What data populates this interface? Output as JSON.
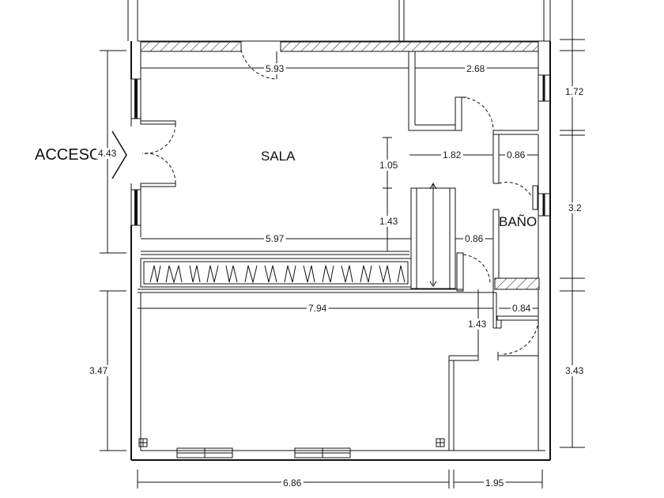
{
  "labels": {
    "access": "ACCESO",
    "living_room": "SALA",
    "bathroom": "BAÑO"
  },
  "dimensions": {
    "top_living_width": "5.93",
    "top_right_width": "2.68",
    "access_height": "4.43",
    "right_top_height": "1.72",
    "hall_width": "1.82",
    "bath_width_top": "0.86",
    "partition_upper": "1.05",
    "partition_lower": "1.43",
    "bath_height": "3.2",
    "living_bottom_width": "5.97",
    "bath_width_bottom": "0.86",
    "lower_overall_width": "7.94",
    "lower_right_width": "0.84",
    "lower_passage_height": "1.43",
    "lower_left_height": "3.47",
    "lower_right_height": "3.43",
    "bottom_left_width": "6.86",
    "bottom_right_width": "1.95"
  }
}
